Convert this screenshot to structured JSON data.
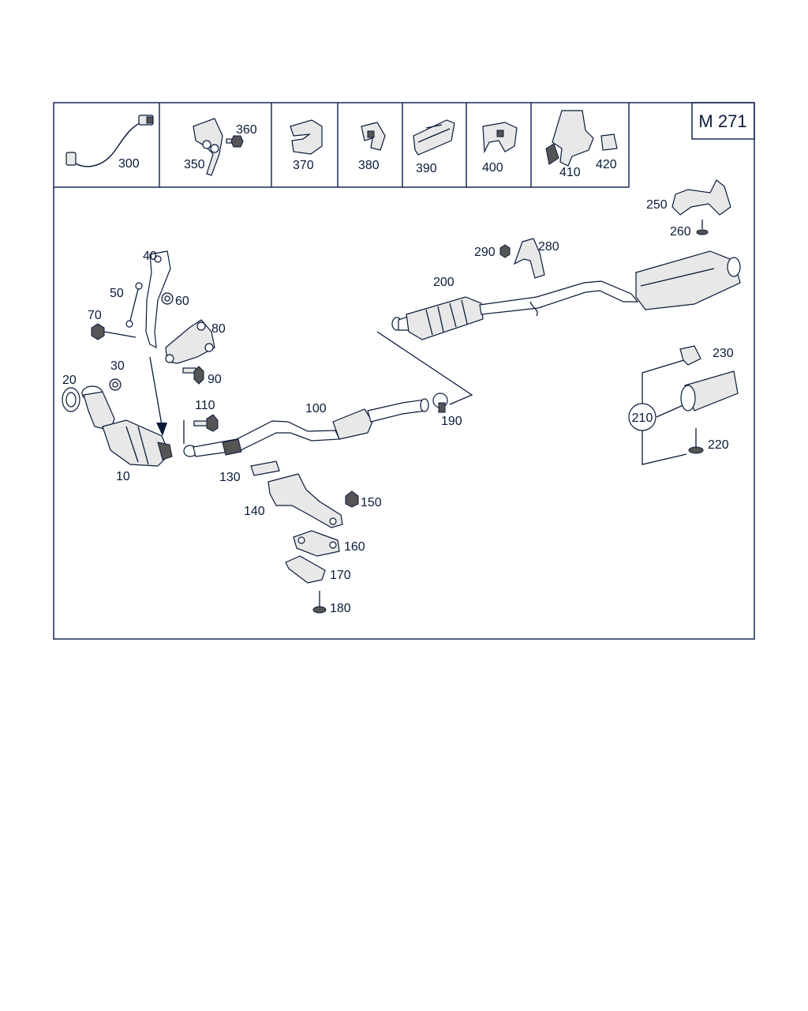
{
  "model_code": "M 271",
  "labels": {
    "p10": "10",
    "p20": "20",
    "p30": "30",
    "p40": "40",
    "p50": "50",
    "p60": "60",
    "p70": "70",
    "p80": "80",
    "p90": "90",
    "p100": "100",
    "p110": "110",
    "p130": "130",
    "p140": "140",
    "p150": "150",
    "p160": "160",
    "p170": "170",
    "p180": "180",
    "p190": "190",
    "p200": "200",
    "p210": "210",
    "p220": "220",
    "p230": "230",
    "p250": "250",
    "p260": "260",
    "p280": "280",
    "p290": "290",
    "p300": "300",
    "p350": "350",
    "p360": "360",
    "p370": "370",
    "p380": "380",
    "p390": "390",
    "p400": "400",
    "p410": "410",
    "p420": "420"
  },
  "colors": {
    "line": "#0a1a3a",
    "frame": "#1a2a55",
    "part_fill": "#e8e8e8"
  }
}
